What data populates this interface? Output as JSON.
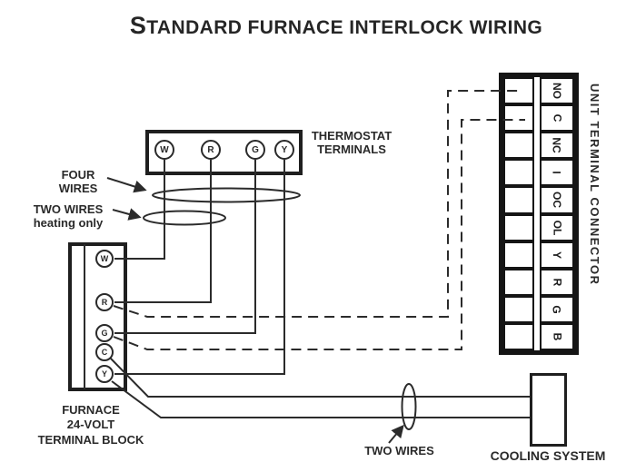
{
  "title": "STANDARD FURNACE INTERLOCK WIRING",
  "thermostat": {
    "caption_line1": "THERMOSTAT",
    "caption_line2": "TERMINALS",
    "terminals": [
      {
        "label": "W"
      },
      {
        "label": "R"
      },
      {
        "label": "G"
      },
      {
        "label": "Y"
      }
    ]
  },
  "furnace": {
    "caption_line1": "FURNACE",
    "caption_line2": "24-VOLT",
    "caption_line3": "TERMINAL BLOCK",
    "terminals": [
      {
        "label": "W"
      },
      {
        "label": "R"
      },
      {
        "label": "G"
      },
      {
        "label": "C"
      },
      {
        "label": "Y"
      }
    ]
  },
  "unit_connector": {
    "caption": "UNIT TERMINAL CONNECTOR",
    "terminals": [
      "NO",
      "C",
      "NC",
      "I",
      "OC",
      "OL",
      "Y",
      "R",
      "G",
      "B"
    ]
  },
  "cooling_system": {
    "caption": "COOLING SYSTEM"
  },
  "annotations": {
    "four_wires_line1": "FOUR",
    "four_wires_line2": "WIRES",
    "two_wires_heating_line1": "TWO WIRES",
    "two_wires_heating_line2": "heating only",
    "two_wires_cooling": "TWO WIRES"
  },
  "connections": [
    {
      "from": "thermostat W",
      "to": "furnace W",
      "style": "solid"
    },
    {
      "from": "thermostat R",
      "to": "furnace R",
      "style": "solid"
    },
    {
      "from": "thermostat G",
      "to": "furnace G",
      "style": "solid"
    },
    {
      "from": "thermostat Y",
      "to": "furnace Y",
      "style": "solid"
    },
    {
      "from": "furnace R",
      "to": "unit NO",
      "style": "dashed"
    },
    {
      "from": "furnace G",
      "to": "unit C",
      "style": "dashed"
    },
    {
      "from": "furnace C",
      "to": "cooling system",
      "style": "solid"
    },
    {
      "from": "furnace Y",
      "to": "cooling system",
      "style": "solid"
    }
  ],
  "colors": {
    "line": "#2b2b2b",
    "box_border": "#1f1f1f",
    "background": "#ffffff"
  }
}
